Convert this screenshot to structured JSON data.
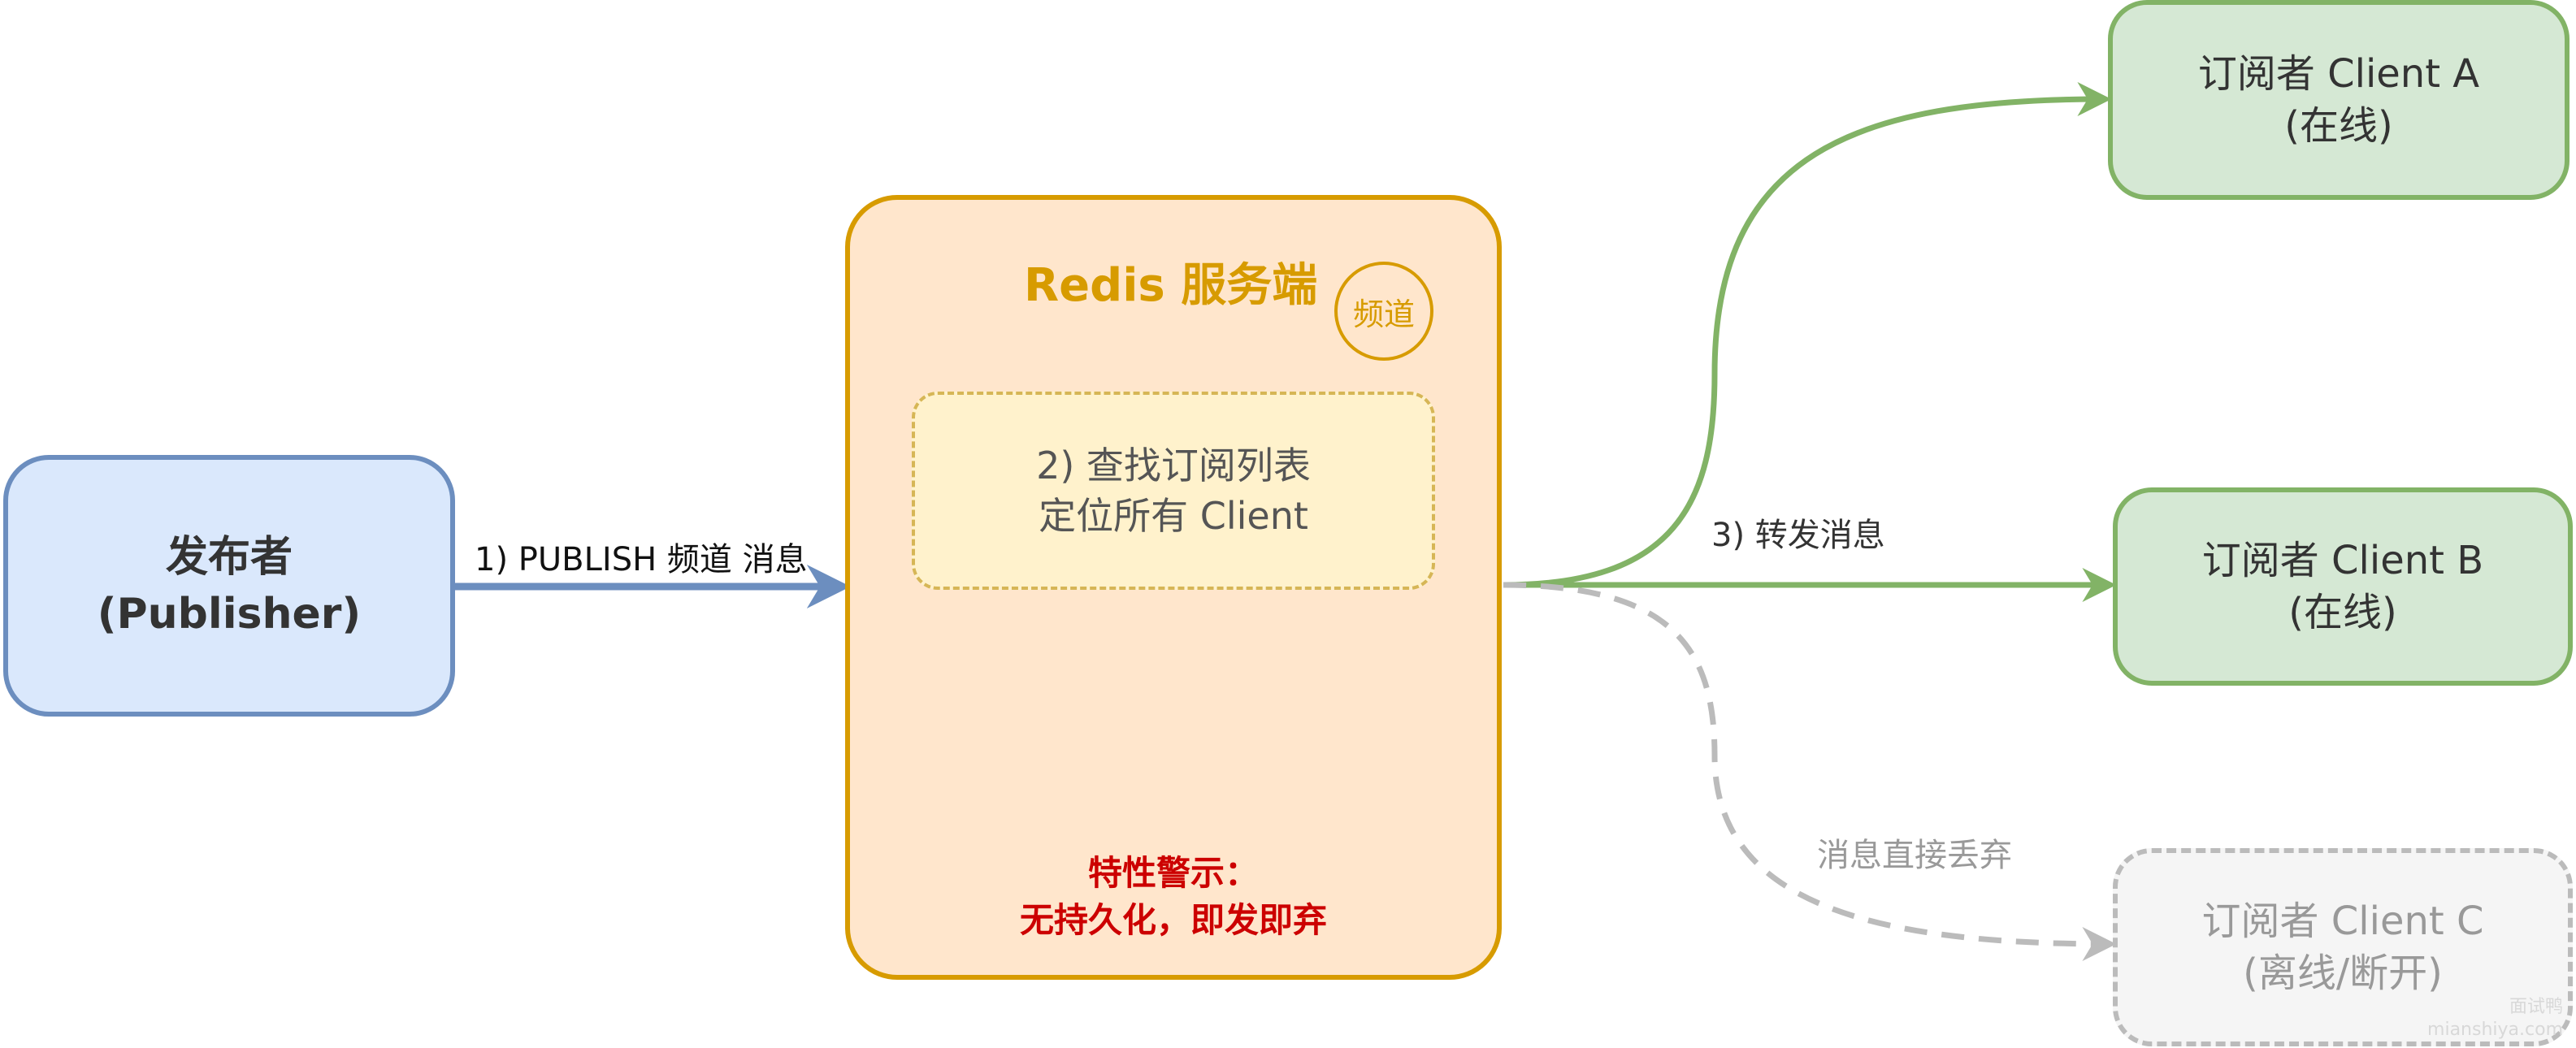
{
  "publisher": {
    "line1": "发布者",
    "line2": "(Publisher)"
  },
  "server": {
    "title": "Redis 服务端",
    "channel_badge": "频道",
    "lookup_line1": "2) 查找订阅列表",
    "lookup_line2": "定位所有 Client",
    "warning_line1": "特性警示：",
    "warning_line2": "无持久化，即发即弃"
  },
  "clients": [
    {
      "name": "订阅者 Client A",
      "status": "(在线)"
    },
    {
      "name": "订阅者 Client B",
      "status": "(在线)"
    },
    {
      "name": "订阅者 Client C",
      "status": "(离线/断开)"
    }
  ],
  "edges": {
    "publish_label": "1) PUBLISH 频道 消息",
    "forward_label": "3) 转发消息",
    "drop_label": "消息直接丢弃"
  },
  "watermark": {
    "line1": "面试鸭",
    "line2": "mianshiya.com"
  },
  "colors": {
    "publisher_fill": "#dae8fc",
    "publisher_stroke": "#6c8ebf",
    "server_fill": "#ffe6cc",
    "server_stroke": "#d79b00",
    "lookup_fill": "#fff2cc",
    "lookup_stroke": "#d6b656",
    "client_fill": "#d5e8d4",
    "client_stroke": "#82b366",
    "offline_fill": "#f5f5f5",
    "offline_stroke": "#bbbbbb",
    "warning_text": "#cc0000"
  }
}
